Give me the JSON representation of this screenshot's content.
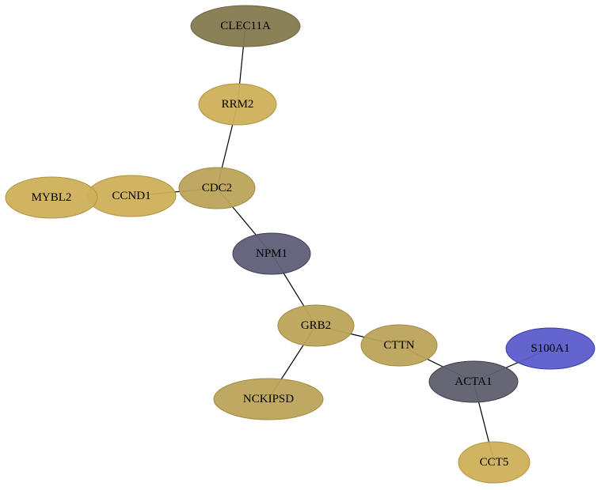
{
  "graph": {
    "nodes": [
      {
        "id": "CLEC11A",
        "label": "CLEC11A",
        "color": "#857a50",
        "stroke": "#6e6440"
      },
      {
        "id": "RRM2",
        "label": "RRM2",
        "color": "#cdb05a",
        "stroke": "#b0943c"
      },
      {
        "id": "CDC2",
        "label": "CDC2",
        "color": "#bca45a",
        "stroke": "#a08a40"
      },
      {
        "id": "CCND1",
        "label": "CCND1",
        "color": "#cdb05a",
        "stroke": "#b0943c"
      },
      {
        "id": "MYBL2",
        "label": "MYBL2",
        "color": "#cdb05a",
        "stroke": "#b0943c"
      },
      {
        "id": "NPM1",
        "label": "NPM1",
        "color": "#5e5e78",
        "stroke": "#3e3e58"
      },
      {
        "id": "GRB2",
        "label": "GRB2",
        "color": "#bca45a",
        "stroke": "#a08a40"
      },
      {
        "id": "CTTN",
        "label": "CTTN",
        "color": "#bca45a",
        "stroke": "#a08a40"
      },
      {
        "id": "NCKIPSD",
        "label": "NCKIPSD",
        "color": "#bca45a",
        "stroke": "#a08a40"
      },
      {
        "id": "ACTA1",
        "label": "ACTA1",
        "color": "#5e5e6e",
        "stroke": "#3e3e4e"
      },
      {
        "id": "S100A1",
        "label": "S100A1",
        "color": "#5c5ccc",
        "stroke": "#3c3cae"
      },
      {
        "id": "CCT5",
        "label": "CCT5",
        "color": "#cdb05a",
        "stroke": "#b0943c"
      }
    ],
    "edges": [
      [
        "CLEC11A",
        "RRM2"
      ],
      [
        "RRM2",
        "CDC2"
      ],
      [
        "CDC2",
        "CCND1"
      ],
      [
        "CDC2",
        "NPM1"
      ],
      [
        "NPM1",
        "GRB2"
      ],
      [
        "GRB2",
        "CTTN"
      ],
      [
        "GRB2",
        "NCKIPSD"
      ],
      [
        "CTTN",
        "ACTA1"
      ],
      [
        "ACTA1",
        "S100A1"
      ],
      [
        "ACTA1",
        "CCT5"
      ]
    ]
  }
}
